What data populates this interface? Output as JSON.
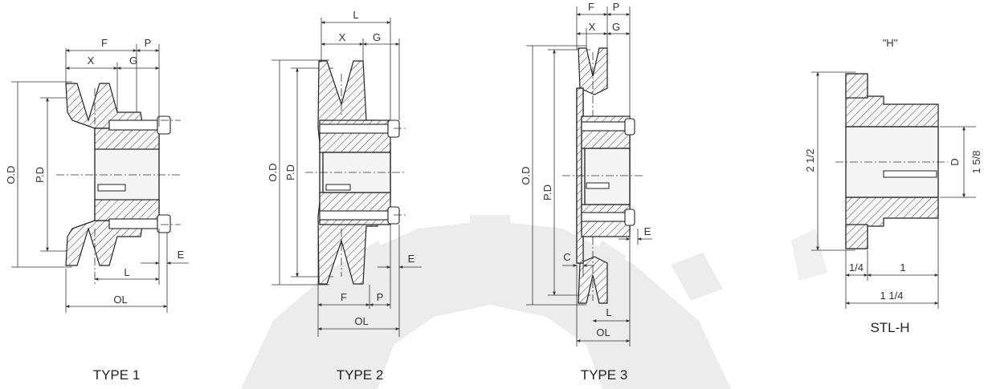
{
  "watermark": {
    "color": "#e9e9e9",
    "icon": "gear-logo-watermark"
  },
  "type1": {
    "title": "TYPE 1",
    "od": "O.D",
    "pd": "P.D",
    "f": "F",
    "p": "P",
    "x": "X",
    "g": "G",
    "l": "L",
    "ol": "OL",
    "e": "E"
  },
  "type2": {
    "title": "TYPE 2",
    "od": "O.D",
    "pd": "P.D",
    "l": "L",
    "x": "X",
    "g": "G",
    "f": "F",
    "p": "P",
    "ol": "OL",
    "e": "E"
  },
  "type3": {
    "title": "TYPE 3",
    "od": "O.D",
    "pd": "P.D",
    "f": "F",
    "p": "P",
    "x": "X",
    "g": "G",
    "c": "C",
    "l": "L",
    "ol": "OL",
    "e": "E"
  },
  "stl_h": {
    "header": "\"H\"",
    "title": "STL-H",
    "height": "2 1/2",
    "d": "D",
    "bore": "1 5/8",
    "flange": "1/4",
    "body": "1",
    "overall": "1 1/4"
  }
}
